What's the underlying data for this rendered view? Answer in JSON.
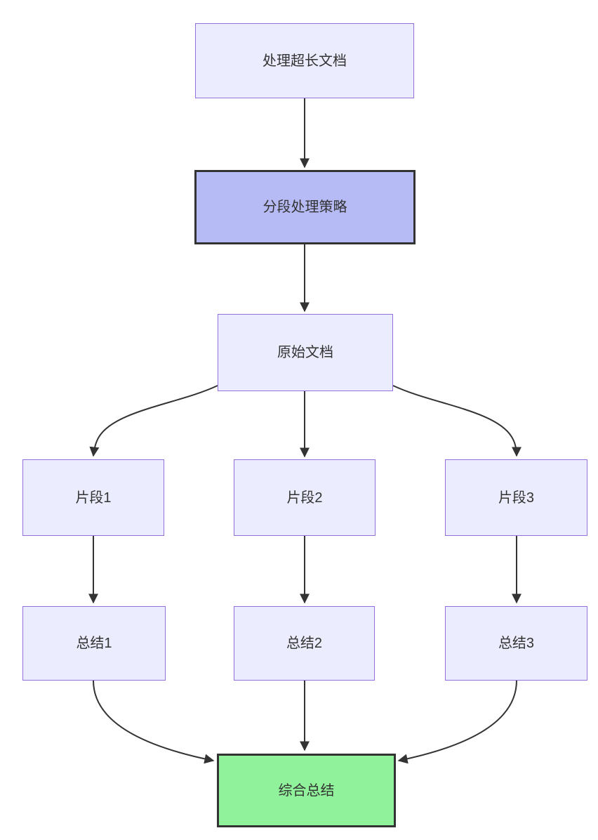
{
  "diagram": {
    "type": "flowchart",
    "direction": "top-down",
    "nodes": [
      {
        "id": "A",
        "label": "处理超长文档",
        "style": "default"
      },
      {
        "id": "B",
        "label": "分段处理策略",
        "style": "highlight"
      },
      {
        "id": "C",
        "label": "原始文档",
        "style": "default"
      },
      {
        "id": "D1",
        "label": "片段1",
        "style": "default"
      },
      {
        "id": "D2",
        "label": "片段2",
        "style": "default"
      },
      {
        "id": "D3",
        "label": "片段3",
        "style": "default"
      },
      {
        "id": "S1",
        "label": "总结1",
        "style": "default"
      },
      {
        "id": "S2",
        "label": "总结2",
        "style": "default"
      },
      {
        "id": "S3",
        "label": "总结3",
        "style": "default"
      },
      {
        "id": "F",
        "label": "综合总结",
        "style": "success"
      }
    ],
    "edges": [
      {
        "from": "A",
        "to": "B"
      },
      {
        "from": "B",
        "to": "C"
      },
      {
        "from": "C",
        "to": "D1"
      },
      {
        "from": "C",
        "to": "D2"
      },
      {
        "from": "C",
        "to": "D3"
      },
      {
        "from": "D1",
        "to": "S1"
      },
      {
        "from": "D2",
        "to": "S2"
      },
      {
        "from": "D3",
        "to": "S3"
      },
      {
        "from": "S1",
        "to": "F"
      },
      {
        "from": "S2",
        "to": "F"
      },
      {
        "from": "S3",
        "to": "F"
      }
    ],
    "colors": {
      "node-fill": "#ECECFF",
      "node-border": "#9370DB",
      "highlight-fill": "#B7BBF5",
      "success-fill": "#90F29A",
      "edge": "#333333",
      "text": "#333333",
      "background": "#FFFFFF"
    }
  }
}
